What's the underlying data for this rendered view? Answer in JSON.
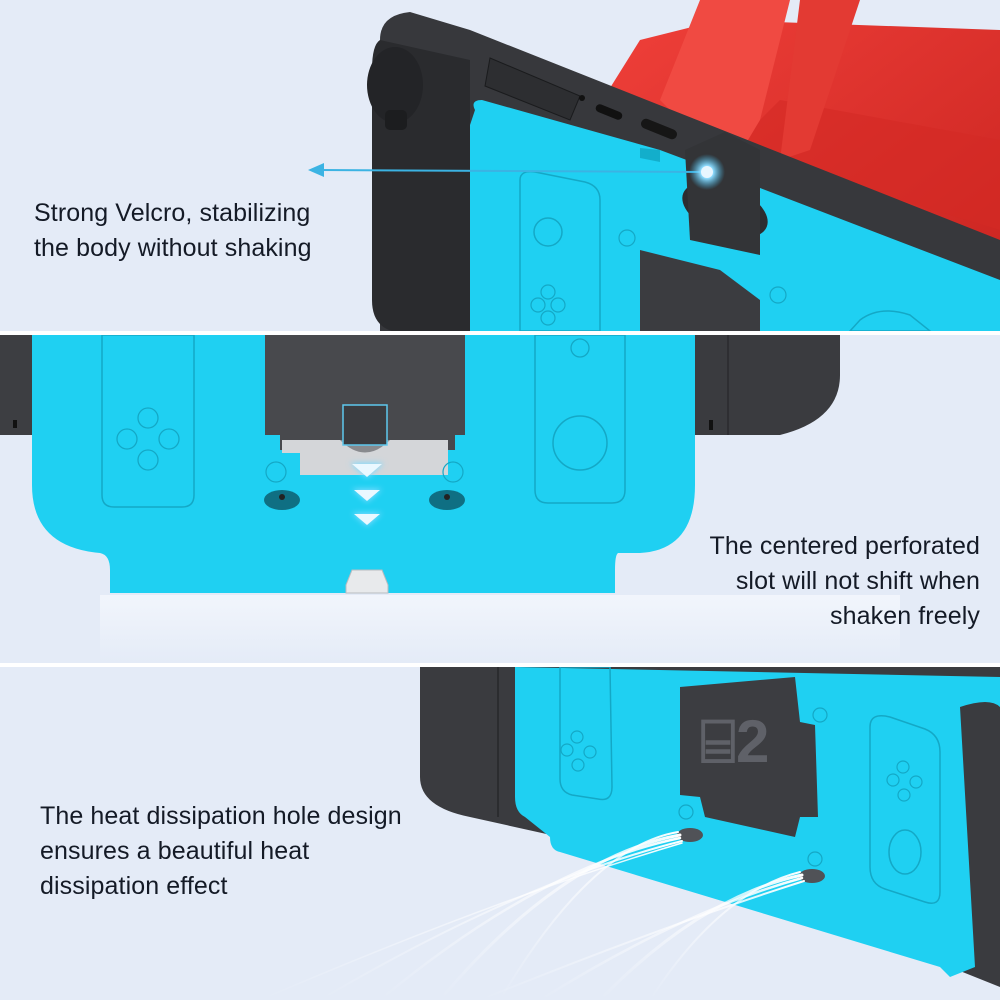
{
  "panels": [
    {
      "id": "velcro",
      "caption_lines": [
        "Strong Velcro, stabilizing",
        "the body without shaking"
      ],
      "callout": {
        "type": "arrow-left-with-glow-dot",
        "color": "#3bb3e3"
      }
    },
    {
      "id": "slot",
      "caption_lines": [
        "The centered perforated",
        "slot will not shift when",
        "shaken freely"
      ],
      "indicator": {
        "type": "triple-down-arrows",
        "count": 3
      }
    },
    {
      "id": "heat",
      "caption_lines": [
        "The heat dissipation hole design",
        "ensures a beautiful heat",
        "dissipation effect"
      ],
      "effect": {
        "type": "airflow-streaks",
        "vents": 2
      }
    }
  ],
  "colors": {
    "background": "#e4ebf7",
    "cover_cyan": "#1fd0f2",
    "cover_cyan_dark": "#13aecb",
    "console_dark": "#3a3b3f",
    "console_darker": "#2a2b2e",
    "strap_red": "#e5322d",
    "velcro": "#2f3033",
    "text": "#141a26",
    "accent": "#3bb3e3"
  }
}
